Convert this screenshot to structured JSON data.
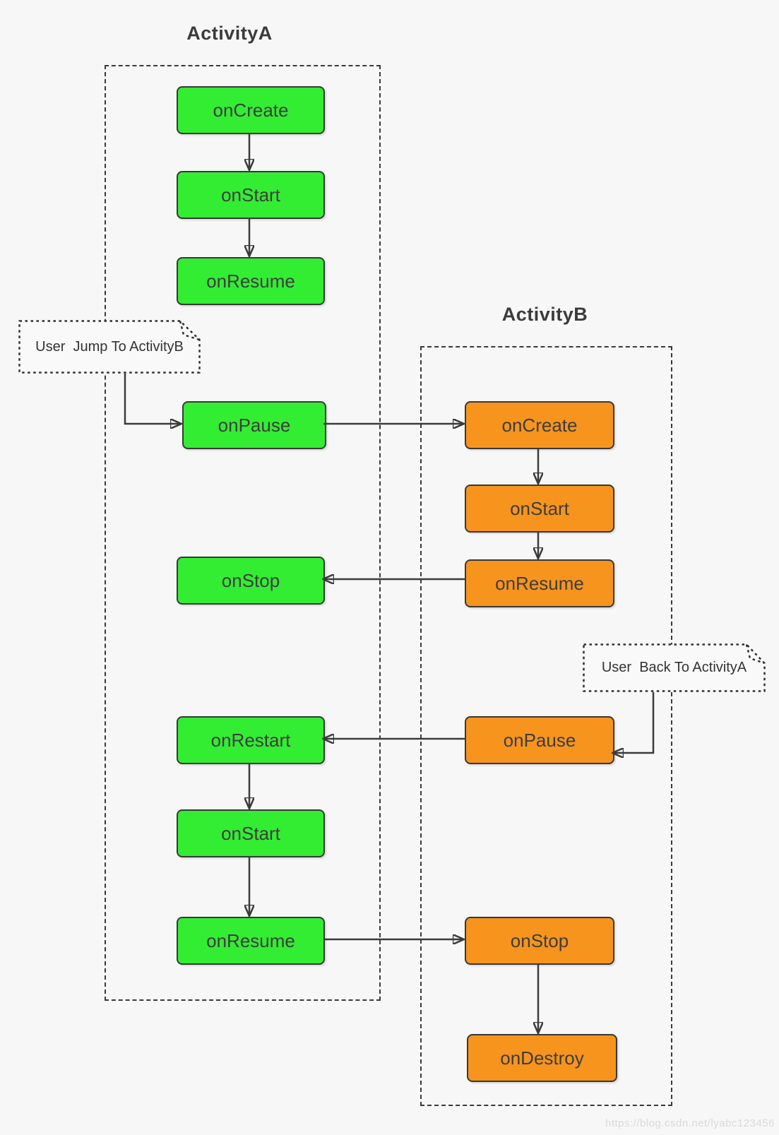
{
  "diagram": {
    "activity_a": {
      "title": "ActivityA",
      "nodes": [
        {
          "id": "onCreate",
          "label": "onCreate"
        },
        {
          "id": "onStart",
          "label": "onStart"
        },
        {
          "id": "onResume",
          "label": "onResume"
        },
        {
          "id": "onPause",
          "label": "onPause"
        },
        {
          "id": "onStop",
          "label": "onStop"
        },
        {
          "id": "onRestart",
          "label": "onRestart"
        },
        {
          "id": "onStart2",
          "label": "onStart"
        },
        {
          "id": "onResume2",
          "label": "onResume"
        }
      ]
    },
    "activity_b": {
      "title": "ActivityB",
      "nodes": [
        {
          "id": "onCreate",
          "label": "onCreate"
        },
        {
          "id": "onStart",
          "label": "onStart"
        },
        {
          "id": "onResume",
          "label": "onResume"
        },
        {
          "id": "onPause",
          "label": "onPause"
        },
        {
          "id": "onStop",
          "label": "onStop"
        },
        {
          "id": "onDestroy",
          "label": "onDestroy"
        }
      ]
    },
    "callouts": {
      "jump": {
        "text": "User  Jump To ActivityB"
      },
      "back": {
        "text": "User  Back To ActivityA"
      }
    },
    "colors": {
      "background": "#f7f7f7",
      "activity_a_node_fill": "#33ed33",
      "activity_b_node_fill": "#f7941e",
      "node_border": "#383838",
      "arrow": "#3b3b3b",
      "node_text": "#3d3d3d",
      "watermark_text_color": "#d9d9d9"
    }
  },
  "watermark": {
    "text": "https://blog.csdn.net/lyabc123456"
  }
}
